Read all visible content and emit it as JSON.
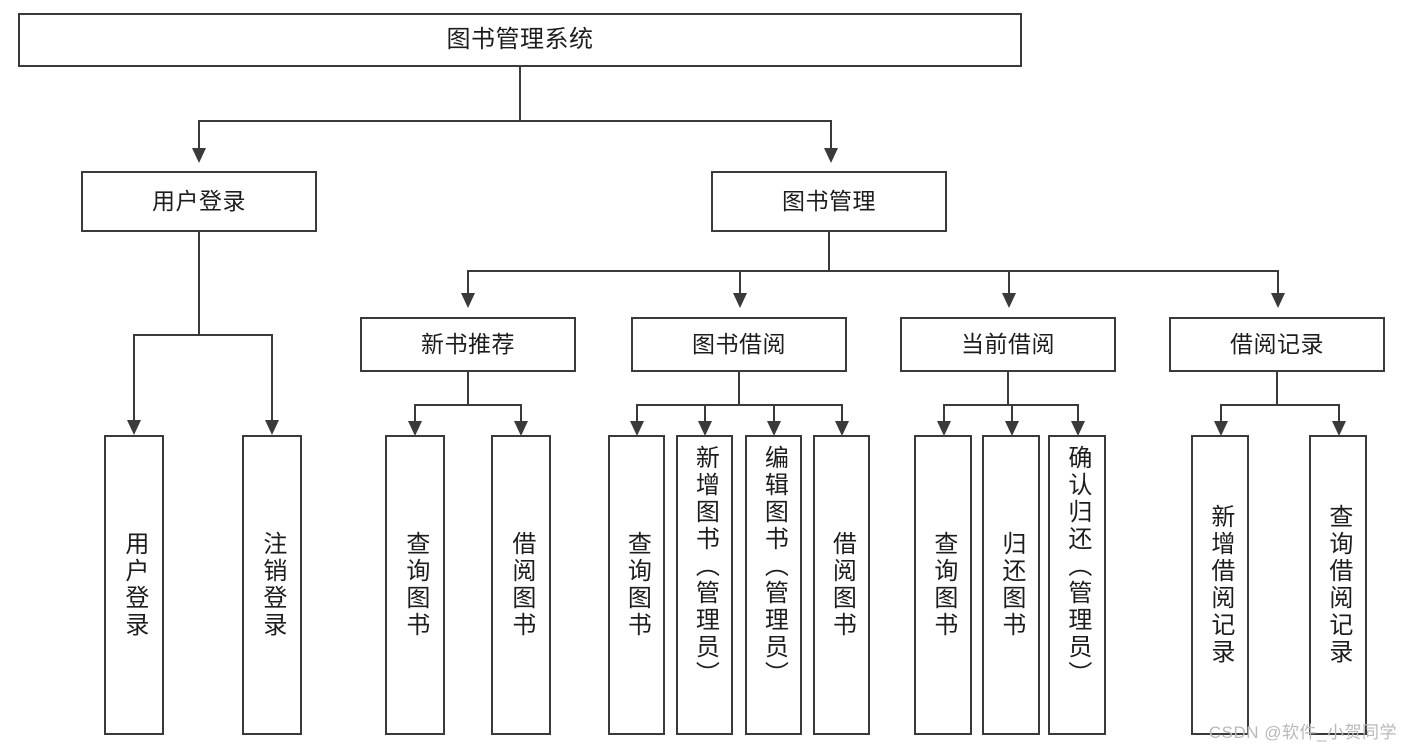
{
  "diagram": {
    "title": "图书管理系统",
    "type": "tree",
    "watermark": "CSDN @软件_小贺同学",
    "colors": {
      "box_border": "#3a3a3a",
      "box_fill": "#ffffff",
      "line": "#3a3a3a",
      "text": "#1d1d1d",
      "watermark": "#b9b9b9",
      "background": "#ffffff"
    },
    "levels": {
      "root": "图书管理系统",
      "level2": [
        "用户登录",
        "图书管理"
      ],
      "level3": [
        "新书推荐",
        "图书借阅",
        "当前借阅",
        "借阅记录"
      ]
    },
    "root": {
      "label": "图书管理系统"
    },
    "branch_user_login": {
      "label": "用户登录",
      "leaves": [
        {
          "label": "用户登录"
        },
        {
          "label": "注销登录"
        }
      ]
    },
    "branch_book_manage": {
      "label": "图书管理",
      "children": [
        {
          "label": "新书推荐",
          "leaves": [
            {
              "label": "查询图书"
            },
            {
              "label": "借阅图书"
            }
          ]
        },
        {
          "label": "图书借阅",
          "leaves": [
            {
              "label": "查询图书"
            },
            {
              "label": "新增图书（管理员）"
            },
            {
              "label": "编辑图书（管理员）"
            },
            {
              "label": "借阅图书"
            }
          ]
        },
        {
          "label": "当前借阅",
          "leaves": [
            {
              "label": "查询图书"
            },
            {
              "label": "归还图书"
            },
            {
              "label": "确认归还（管理员）"
            }
          ]
        },
        {
          "label": "借阅记录",
          "leaves": [
            {
              "label": "新增借阅记录"
            },
            {
              "label": "查询借阅记录"
            }
          ]
        }
      ]
    }
  }
}
